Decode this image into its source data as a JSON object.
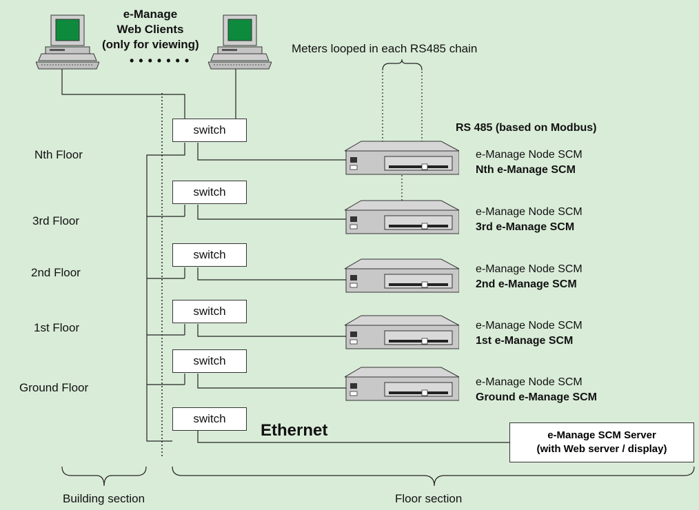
{
  "clients": {
    "line1": "e-Manage",
    "line2": "Web Clients",
    "line3": "(only for viewing)",
    "ellipsis": "• • • • • • •"
  },
  "meters_label": "Meters looped in each RS485 chain",
  "rs485_label": "RS 485 (based on Modbus)",
  "ethernet_label": "Ethernet",
  "floors": [
    {
      "floor": "Nth Floor",
      "switch": "switch",
      "node_line1": "e-Manage Node SCM",
      "node_line2": "Nth e-Manage SCM"
    },
    {
      "floor": "3rd Floor",
      "switch": "switch",
      "node_line1": "e-Manage Node SCM",
      "node_line2": "3rd e-Manage SCM"
    },
    {
      "floor": "2nd Floor",
      "switch": "switch",
      "node_line1": "e-Manage Node SCM",
      "node_line2": "2nd e-Manage SCM"
    },
    {
      "floor": "1st Floor",
      "switch": "switch",
      "node_line1": "e-Manage Node SCM",
      "node_line2": "1st e-Manage SCM"
    },
    {
      "floor": "Ground Floor",
      "switch": "switch",
      "node_line1": "e-Manage Node SCM",
      "node_line2": "Ground e-Manage SCM"
    }
  ],
  "bottom_switch": "switch",
  "server": {
    "line1": "e-Manage SCM Server",
    "line2": "(with Web server / display)"
  },
  "sections": {
    "building": "Building section",
    "floor": "Floor section"
  },
  "colors": {
    "background": "#d9ecd8",
    "screen": "#0d8a3c",
    "device": "#c8c8c8"
  }
}
